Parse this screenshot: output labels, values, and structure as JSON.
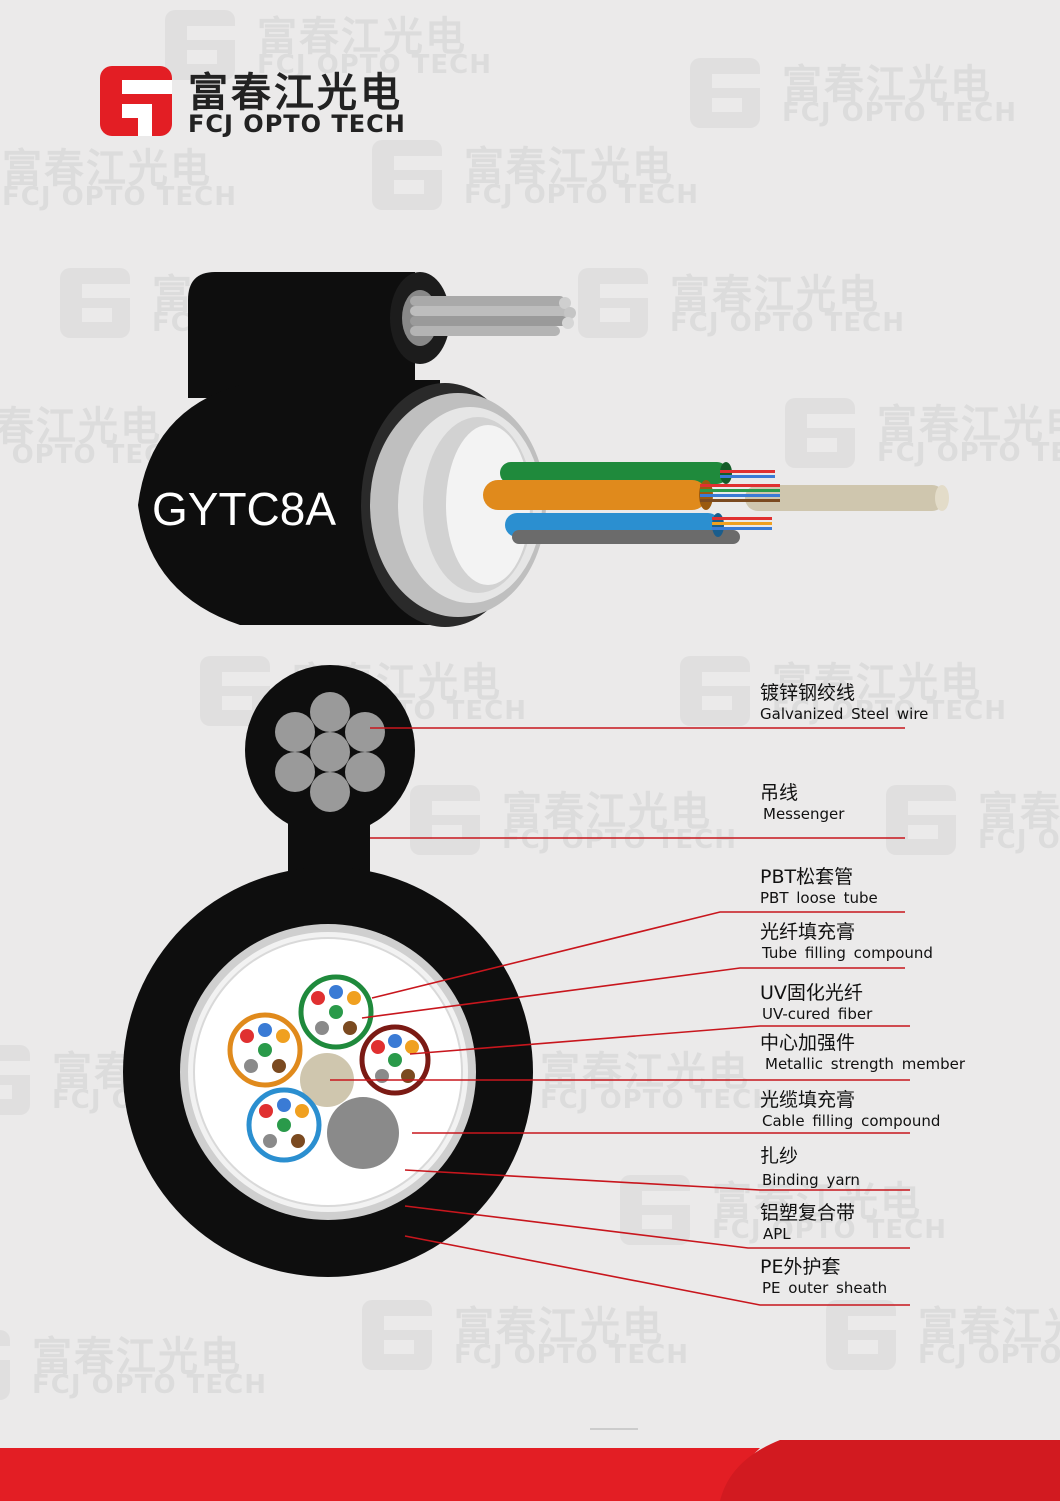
{
  "brand": {
    "name_cn": "富春江光电",
    "name_en": "FCJ OPTO TECH",
    "color": "#e31e24"
  },
  "watermark": {
    "text_cn": "富春江光电",
    "text_en": "FCJ OPTO TECH"
  },
  "cable": {
    "model": "GYTC8A"
  },
  "labels": [
    {
      "cn": "镀锌钢绞线",
      "en": "Galvanized  Steel  wire"
    },
    {
      "cn": "吊线",
      "en": "Messenger"
    },
    {
      "cn": "PBT松套管",
      "en": "PBT loose tube"
    },
    {
      "cn": "光纤填充膏",
      "en": "Tube filling compound"
    },
    {
      "cn": "UV固化光纤",
      "en": "UV-cured  fiber"
    },
    {
      "cn": "中心加强件",
      "en": "Metallic  strength  member"
    },
    {
      "cn": "光缆填充膏",
      "en": "Cable filling compound"
    },
    {
      "cn": "扎纱",
      "en": "Binding yarn"
    },
    {
      "cn": "铝塑复合带",
      "en": "APL"
    },
    {
      "cn": "PE外护套",
      "en": "PE  outer  sheath"
    }
  ],
  "colors": {
    "leader_line": "#c8161d",
    "jacket": "#0e0e0e",
    "steel_wire": "#9a9a9a",
    "tube_green": "#1f8a3c",
    "tube_orange": "#e08a1c",
    "tube_brown": "#7b1a14",
    "tube_blue": "#2b8fd0",
    "central_member": "#cfc6ae"
  }
}
